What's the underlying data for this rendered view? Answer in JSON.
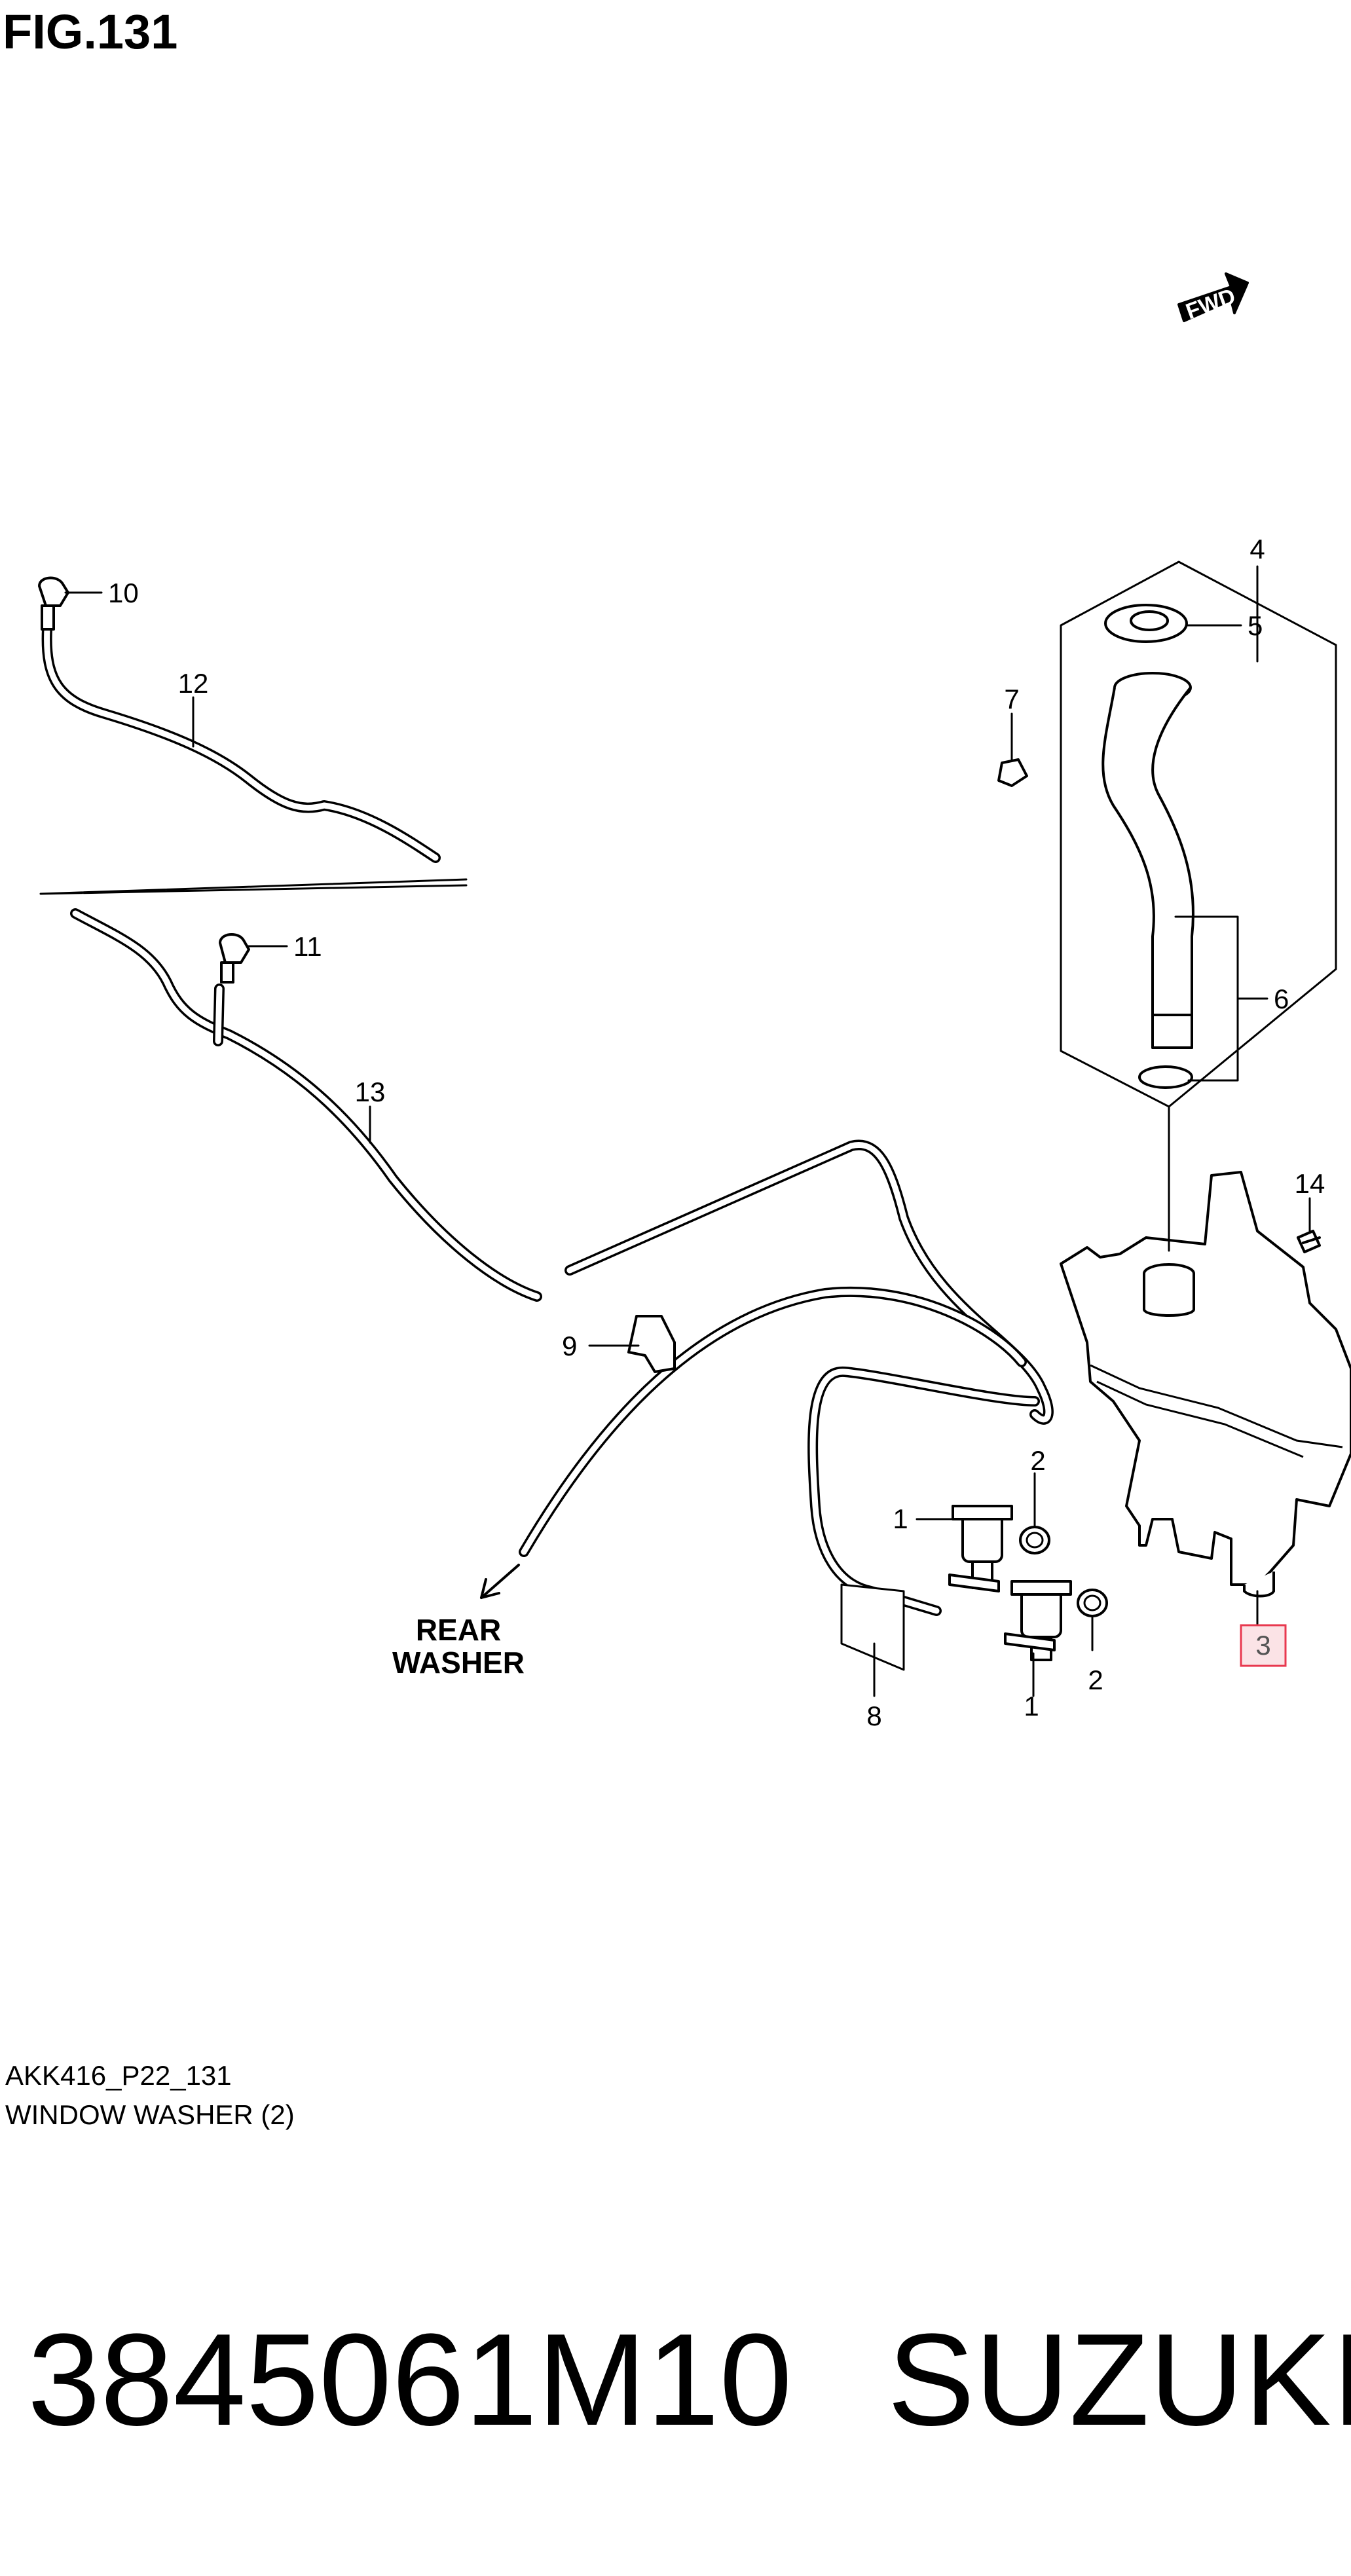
{
  "figure": {
    "title": "FIG.131",
    "direction_label": "FWD",
    "rear_label_line1": "REAR",
    "rear_label_line2": "WASHER",
    "callouts": [
      "1",
      "1",
      "2",
      "2",
      "3",
      "4",
      "5",
      "6",
      "7",
      "8",
      "9",
      "10",
      "11",
      "12",
      "13",
      "14"
    ],
    "highlighted_callout": "3",
    "highlight_color": "#e8384f"
  },
  "caption": {
    "code": "AKK416_P22_131",
    "name": "WINDOW WASHER (2)"
  },
  "footer": {
    "part_number": "3845061M10",
    "brand": "SUZUKI"
  }
}
